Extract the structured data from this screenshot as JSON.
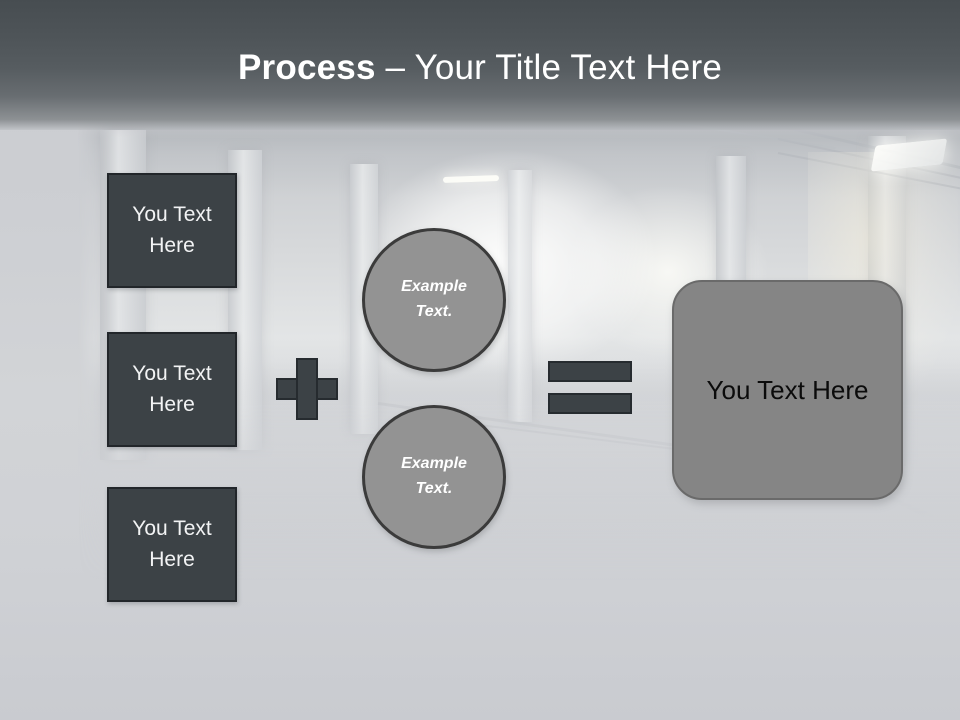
{
  "slide": {
    "header": {
      "title_bold": "Process",
      "title_rest": " – Your Title Text Here"
    },
    "left_boxes": [
      {
        "label": "You Text\nHere"
      },
      {
        "label": "You Text\nHere"
      },
      {
        "label": "You Text\nHere"
      }
    ],
    "operators": {
      "plus": "+",
      "equals": "="
    },
    "circles": [
      {
        "label": "Example\nText."
      },
      {
        "label": "Example\nText."
      }
    ],
    "result": {
      "label": "You Text Here"
    },
    "colors": {
      "header_dark": "#474d51",
      "header_light": "#8d9194",
      "box_fill": "#3c4246",
      "box_border": "#22262a",
      "circle_fill": "#939393",
      "circle_border": "#3b3b3b",
      "result_fill": "#858585",
      "result_border": "#6a6a6a",
      "slide_background": "#cfd1d4",
      "box_text": "#f2f3f4",
      "result_text": "#0b0b0b",
      "title_text": "#ffffff"
    }
  }
}
